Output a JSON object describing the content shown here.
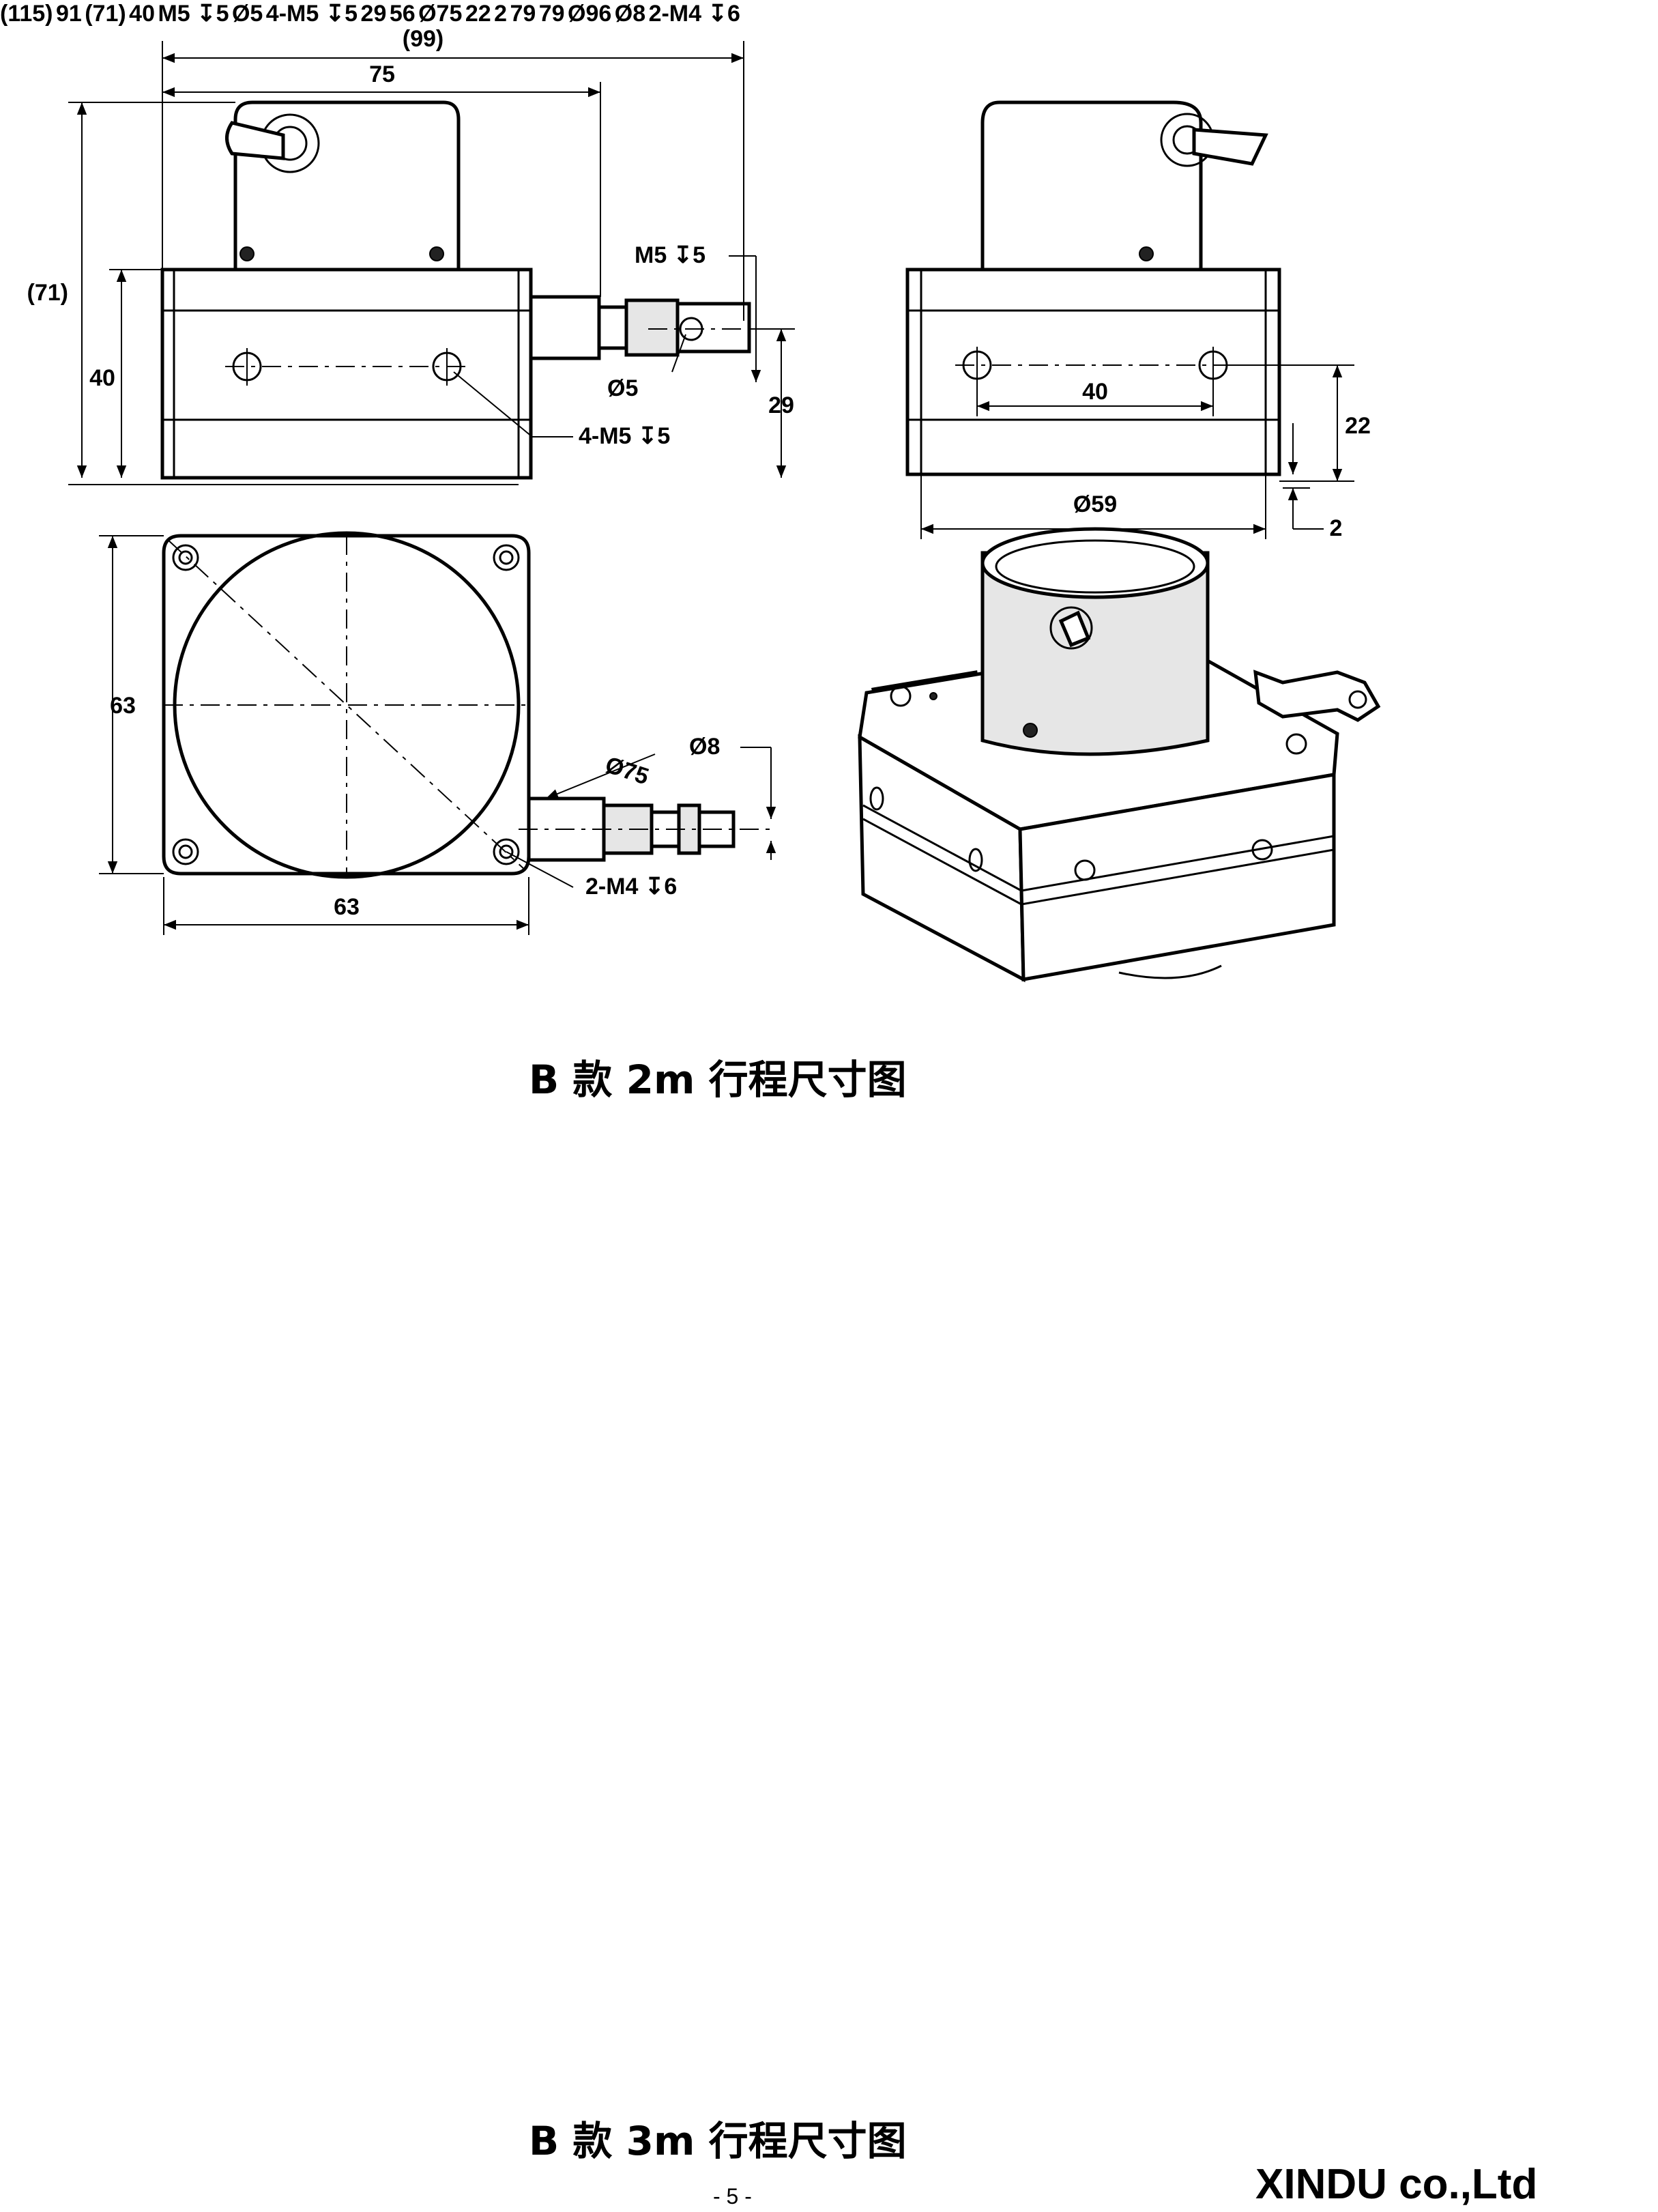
{
  "section_2m": {
    "caption": "B 款 2m 行程尺寸图",
    "front": {
      "overall_width": "(99)",
      "body_width": "75",
      "overall_height": "(71)",
      "body_height": "40",
      "thread_label": "M5 ↧5",
      "hole_dia": "Ø5",
      "mount_holes": "4-M5 ↧5",
      "cable_height": "29"
    },
    "side": {
      "hole_spacing": "40",
      "base_dia": "Ø59",
      "hole_height": "22",
      "base_step": "2"
    },
    "top": {
      "height": "63",
      "width": "63",
      "drum_dia": "Ø75",
      "cable_dia": "Ø8",
      "side_holes": "2-M4 ↧6"
    }
  },
  "section_3m": {
    "caption": "B 款 3m 行程尺寸图",
    "front": {
      "overall_width": "(115)",
      "body_width": "91",
      "overall_height": "(71)",
      "body_height": "40",
      "thread_label": "M5 ↧5",
      "hole_dia": "Ø5",
      "mount_holes": "4-M5 ↧5",
      "cable_height": "29"
    },
    "side": {
      "hole_spacing": "56",
      "base_dia": "Ø75",
      "hole_height": "22",
      "base_step": "2"
    },
    "top": {
      "height": "79",
      "width": "79",
      "drum_dia": "Ø96",
      "cable_dia": "Ø8",
      "side_holes": "2-M4 ↧6"
    }
  },
  "page_number": "- 5 -",
  "company": "XINDU co.,Ltd"
}
